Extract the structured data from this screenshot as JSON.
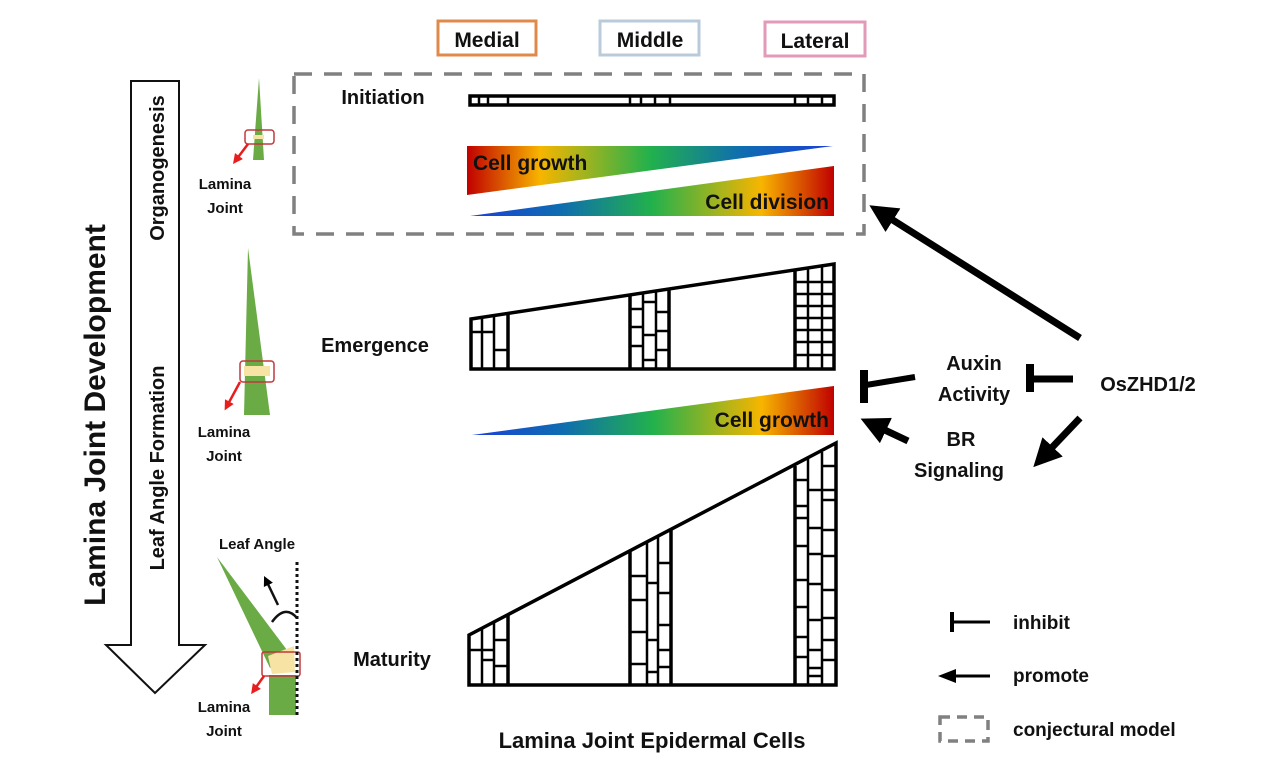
{
  "title_vertical": "Lamina Joint Development",
  "arrow_labels": {
    "top": "Organogenesis",
    "bottom": "Leaf Angle Formation"
  },
  "regions": [
    {
      "label": "Medial",
      "color": "#e08a4a"
    },
    {
      "label": "Middle",
      "color": "#b9cbdb"
    },
    {
      "label": "Lateral",
      "color": "#e39ab8"
    }
  ],
  "stages": {
    "initiation": "Initiation",
    "emergence": "Emergence",
    "maturity": "Maturity"
  },
  "gradients": {
    "cell_growth_top": "Cell growth",
    "cell_division": "Cell division",
    "cell_growth_mid": "Cell growth"
  },
  "leaf_labels": {
    "lamina_joint_1": [
      "Lamina",
      "Joint"
    ],
    "lamina_joint_2": [
      "Lamina",
      "Joint"
    ],
    "lamina_joint_3": [
      "Lamina",
      "Joint"
    ],
    "leaf_angle": "Leaf Angle"
  },
  "regulators": {
    "auxin": [
      "Auxin",
      "Activity"
    ],
    "br": [
      "BR",
      "Signaling"
    ],
    "oszhd": "OsZHD1/2"
  },
  "xlabel": "Lamina Joint Epidermal Cells",
  "legend": {
    "inhibit": "inhibit",
    "promote": "promote",
    "conjectural": "conjectural model"
  },
  "colors": {
    "leaf_green": "#6aab45",
    "joint_yellow": "#f7e3a3",
    "highlight_red": "#c0393b",
    "arrow_red": "#e81e1e",
    "dash_gray": "#808080"
  }
}
